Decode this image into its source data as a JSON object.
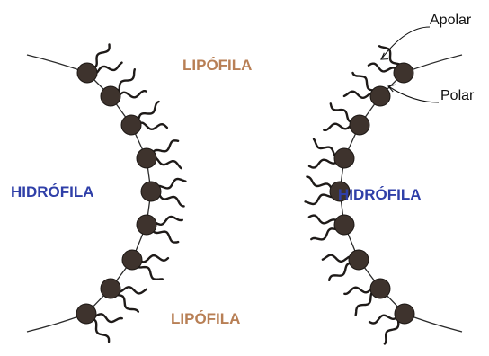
{
  "labels": {
    "apolar": "Apolar",
    "polar": "Polar",
    "lipofila_top": "LIPÓFILA",
    "lipofila_bottom": "LIPÓFILA",
    "hidrofila_left": "HIDRÓFILA",
    "hidrofila_right": "HIDRÓFILA"
  },
  "colors": {
    "head": "#3e332d",
    "tail": "#1e1a18",
    "membrane_line": "#2a2a2a",
    "lipofila": "#b87f55",
    "hidrofila": "#2f3fa8",
    "text": "#111111",
    "background": "#ffffff"
  },
  "icons": [
    "polar-head-icon",
    "apolar-tail-icon",
    "pointer-arrow-icon"
  ]
}
